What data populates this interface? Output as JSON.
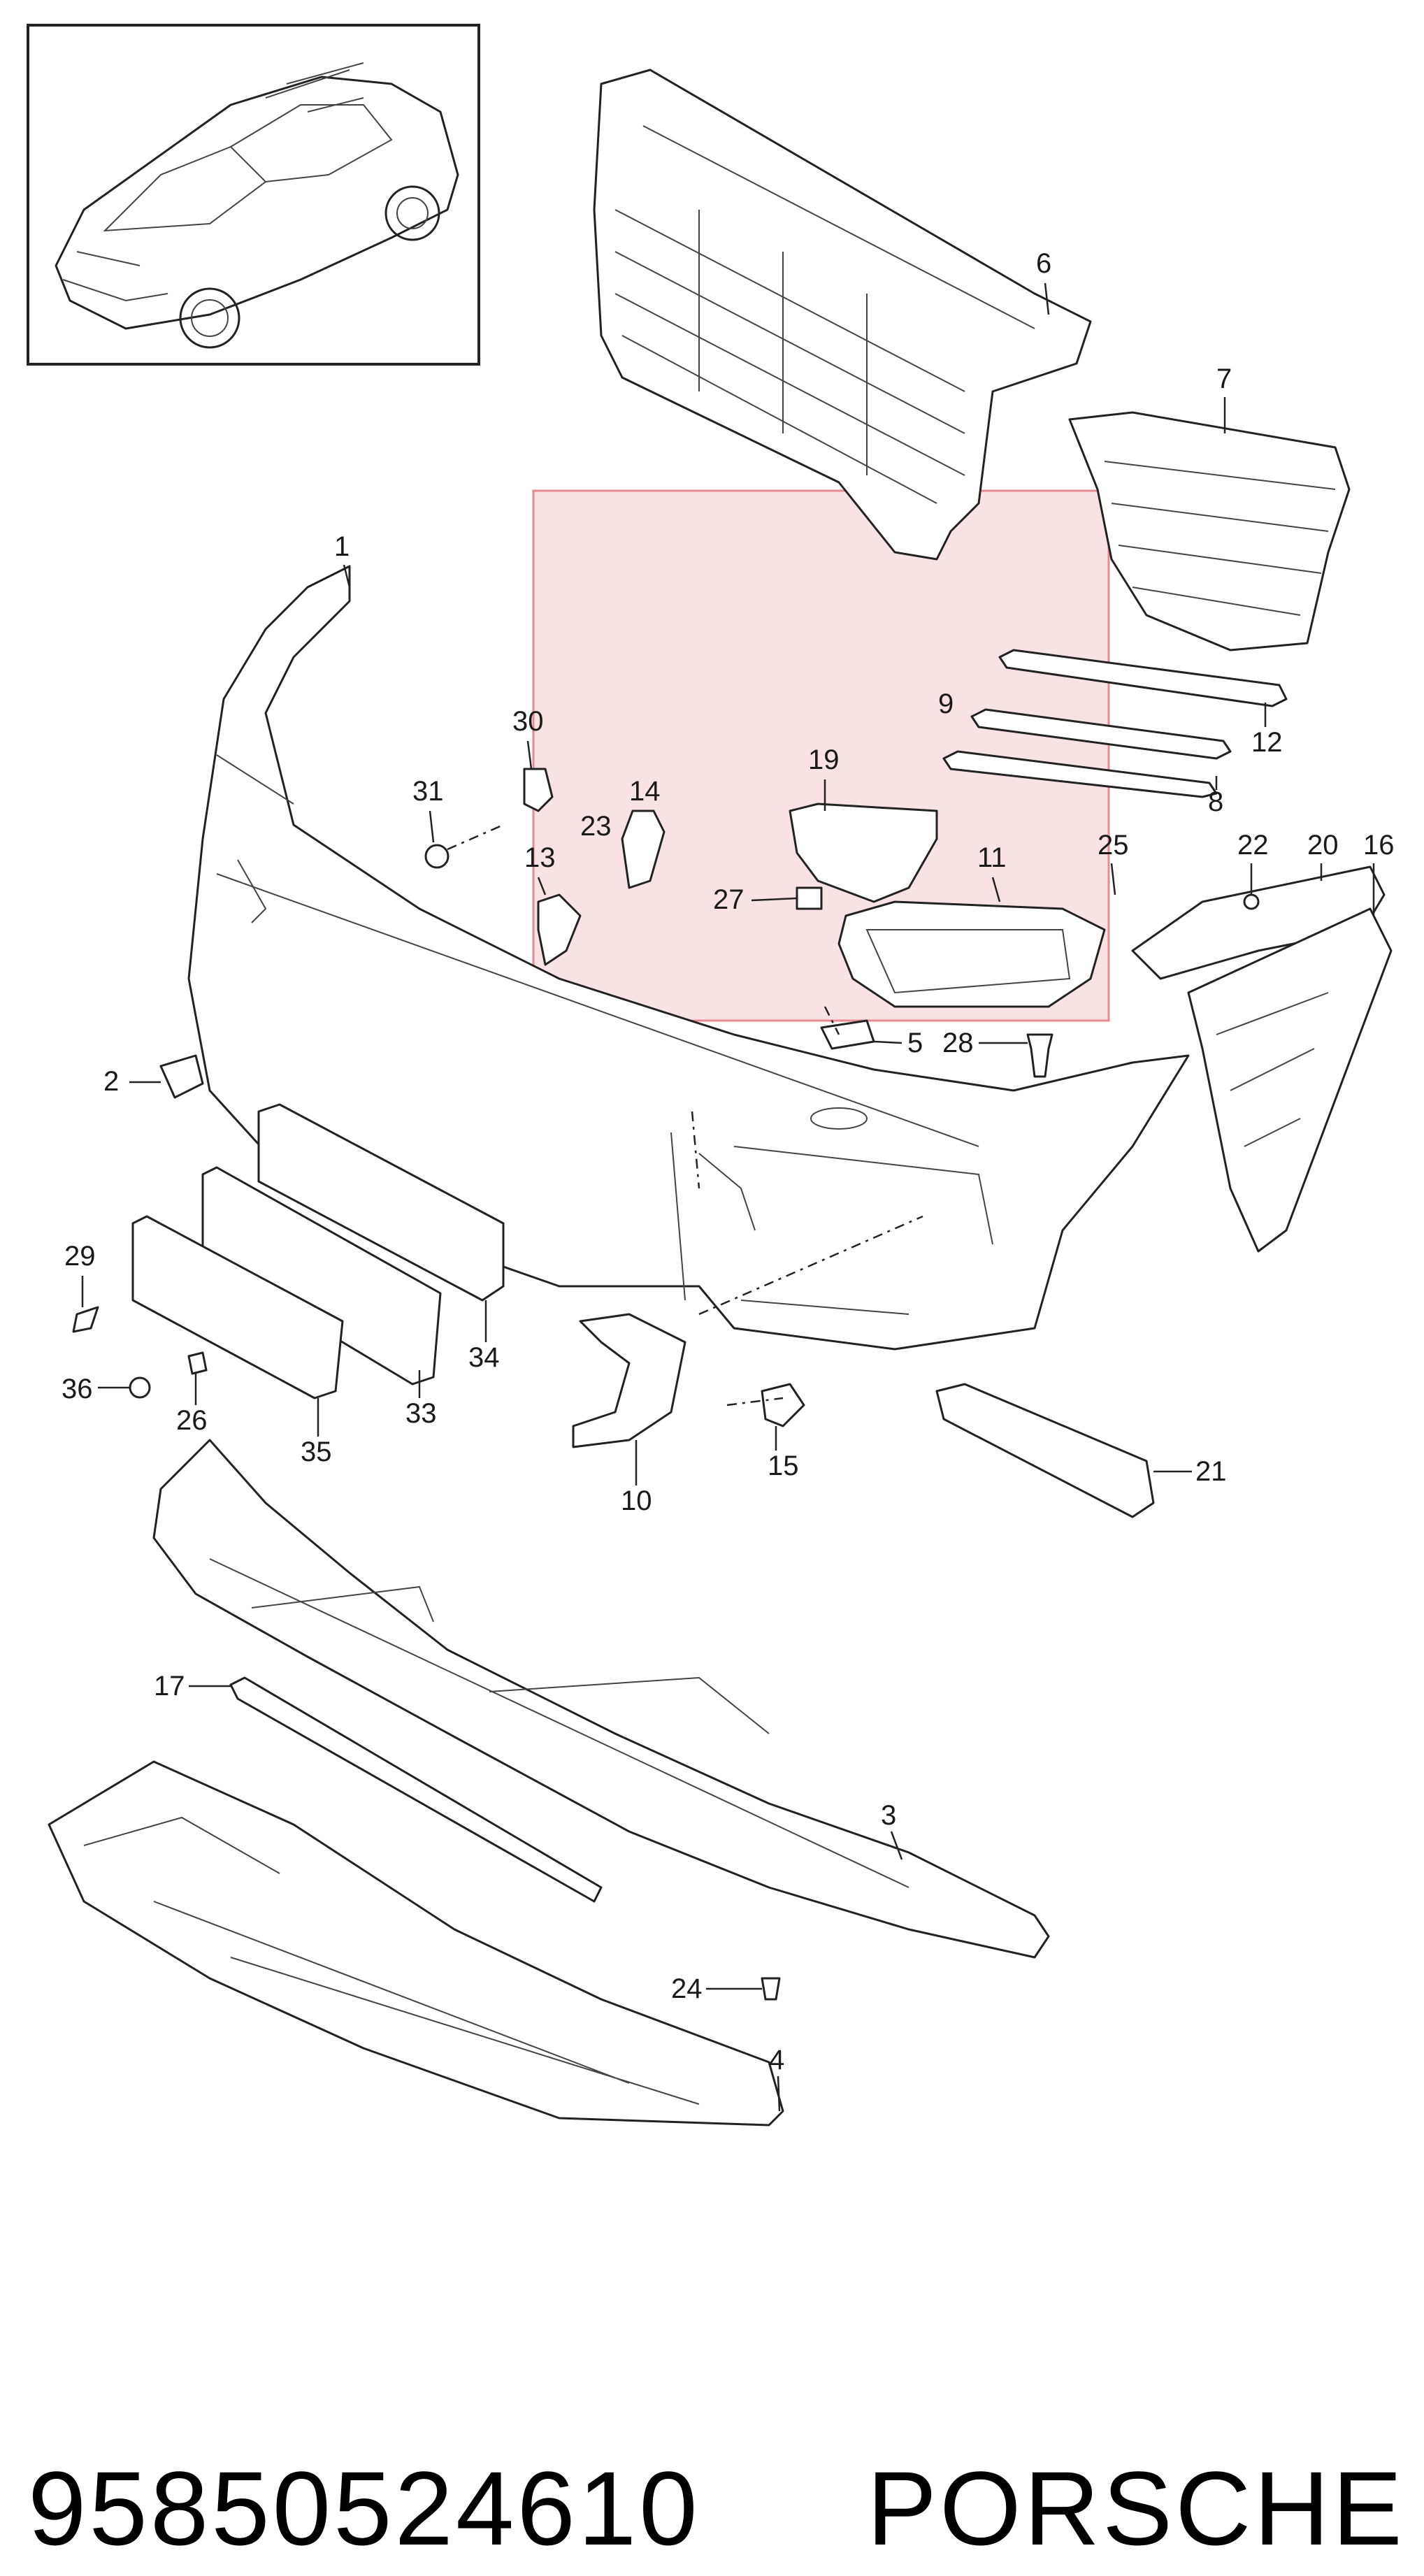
{
  "footer": {
    "part_number": "95850524610",
    "brand": "PORSCHE"
  },
  "highlight": {
    "color": "#e88a93"
  },
  "callouts": [
    {
      "id": "1",
      "label": "1"
    },
    {
      "id": "2",
      "label": "2"
    },
    {
      "id": "3",
      "label": "3"
    },
    {
      "id": "4",
      "label": "4"
    },
    {
      "id": "5",
      "label": "5"
    },
    {
      "id": "6",
      "label": "6"
    },
    {
      "id": "7",
      "label": "7"
    },
    {
      "id": "8",
      "label": "8"
    },
    {
      "id": "9",
      "label": "9"
    },
    {
      "id": "10",
      "label": "10"
    },
    {
      "id": "11",
      "label": "11"
    },
    {
      "id": "12",
      "label": "12"
    },
    {
      "id": "13",
      "label": "13"
    },
    {
      "id": "14",
      "label": "14"
    },
    {
      "id": "15",
      "label": "15"
    },
    {
      "id": "16",
      "label": "16"
    },
    {
      "id": "17",
      "label": "17"
    },
    {
      "id": "19",
      "label": "19"
    },
    {
      "id": "20",
      "label": "20"
    },
    {
      "id": "21",
      "label": "21"
    },
    {
      "id": "22",
      "label": "22"
    },
    {
      "id": "23",
      "label": "23"
    },
    {
      "id": "24",
      "label": "24"
    },
    {
      "id": "25",
      "label": "25"
    },
    {
      "id": "26",
      "label": "26"
    },
    {
      "id": "27",
      "label": "27"
    },
    {
      "id": "28",
      "label": "28"
    },
    {
      "id": "29",
      "label": "29"
    },
    {
      "id": "30",
      "label": "30"
    },
    {
      "id": "31",
      "label": "31"
    },
    {
      "id": "33",
      "label": "33"
    },
    {
      "id": "34",
      "label": "34"
    },
    {
      "id": "35",
      "label": "35"
    },
    {
      "id": "36",
      "label": "36"
    }
  ]
}
